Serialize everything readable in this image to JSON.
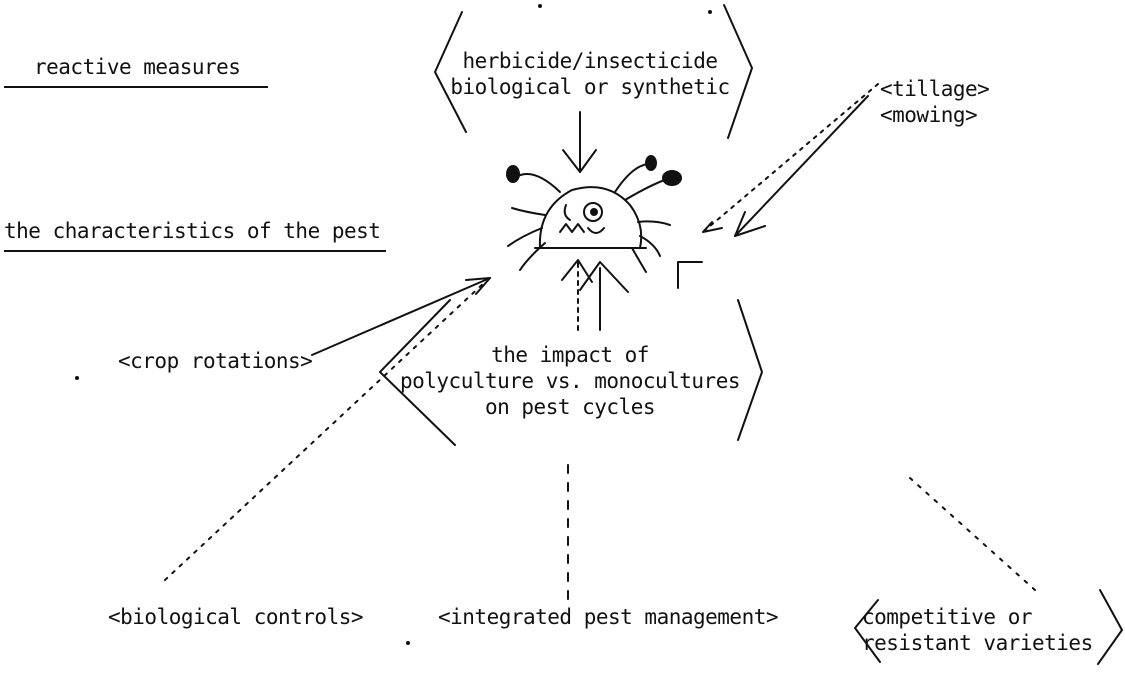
{
  "labels": {
    "reactive_measures": "reactive measures",
    "pest_characteristics": "the characteristics of the pest",
    "herbicide_line1": "herbicide/insecticide",
    "herbicide_line2": "biological or synthetic",
    "tillage": "<tillage>",
    "mowing": "<mowing>",
    "crop_rotations": "<crop rotations>",
    "impact_line1": "the impact of",
    "impact_line2": "polyculture vs. monocultures",
    "impact_line3": "on pest cycles",
    "biological_controls": "<biological controls>",
    "integrated_pest_management": "<integrated pest management>",
    "competitive_line1": "competitive or",
    "competitive_line2": "resistant varieties"
  },
  "icons": {
    "center_figure": "pest-bug-drawing"
  }
}
